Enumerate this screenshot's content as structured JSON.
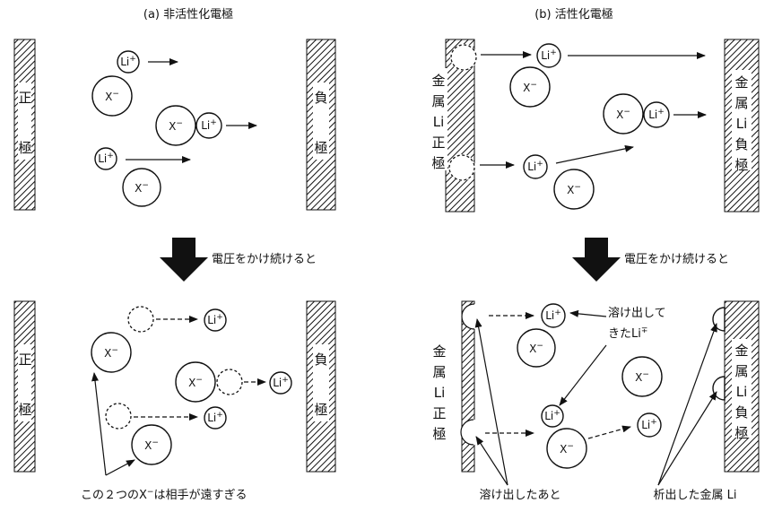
{
  "titles": {
    "a": "(a) 非活性化電極",
    "b": "(b) 活性化電極"
  },
  "step_caption": "電圧をかけ続けると",
  "electrodes": {
    "positive": "正極",
    "negative": "負極",
    "metal_positive": "金属Li正極",
    "metal_negative": "金属Li負極"
  },
  "ions": {
    "li": "Li",
    "li_charge": "+",
    "li_charge_alt": "∓",
    "anion": "X",
    "anion_charge": "−"
  },
  "notes": {
    "distant_pair": "この２つのX",
    "distant_pair_charge": "−",
    "distant_pair_rest": "は相手が遠すぎる",
    "dissolved_li_1": "溶け出して",
    "dissolved_li_2": "きたLi",
    "dissolved_after": "溶け出したあと",
    "deposited_li": "析出した金属 Li"
  },
  "colors": {
    "ink": "#111111",
    "background": "#ffffff"
  }
}
